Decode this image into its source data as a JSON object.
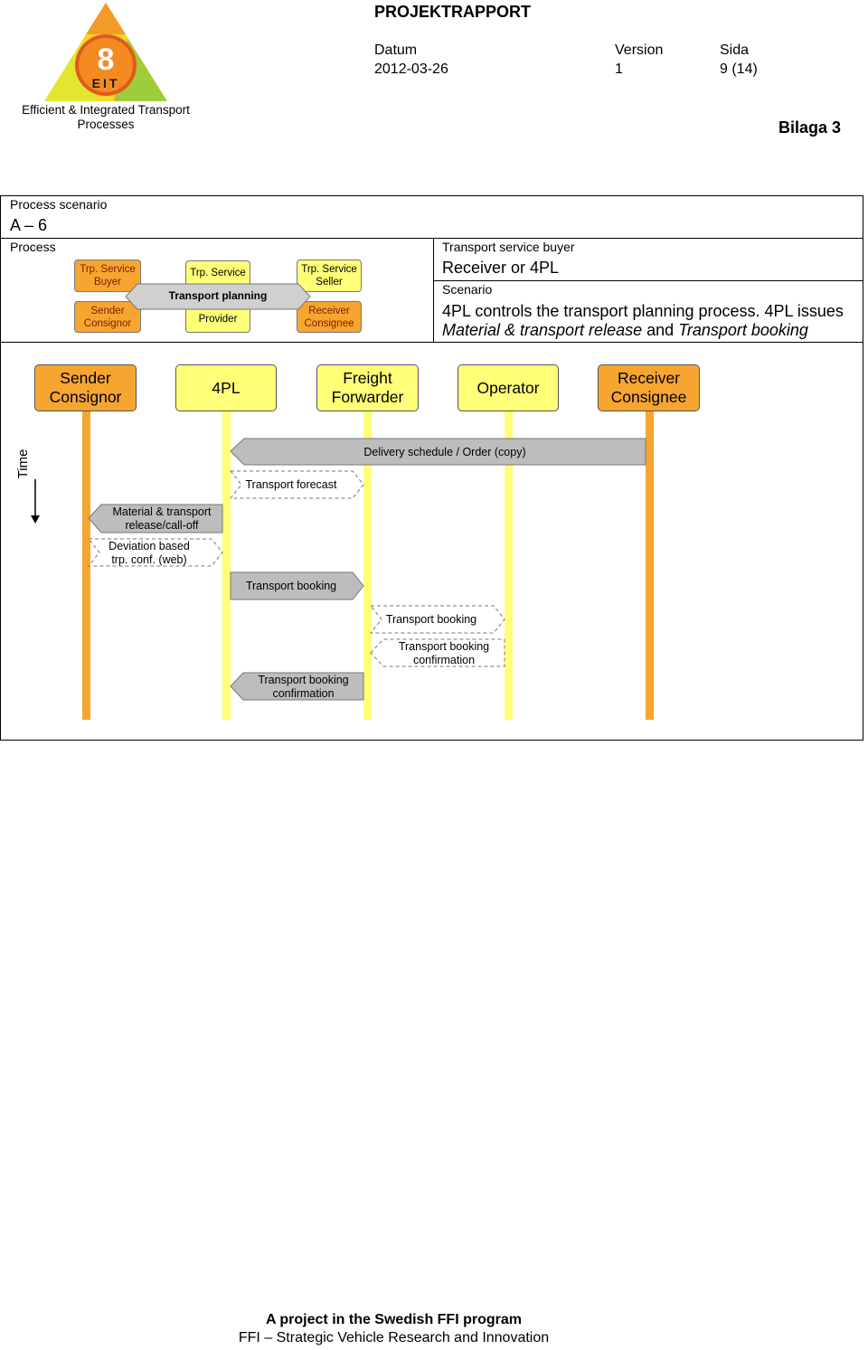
{
  "header": {
    "logo_number": "8",
    "logo_letters": "EIT",
    "logo_caption_line1": "Efficient & Integrated Transport",
    "logo_caption_line2": "Processes",
    "report_title": "PROJEKTRAPPORT",
    "date_label": "Datum",
    "date_value": "2012-03-26",
    "version_label": "Version",
    "version_value": "1",
    "page_label": "Sida",
    "page_value": "9 (14)",
    "appendix": "Bilaga 3"
  },
  "scenario_table": {
    "scenario_label": "Process scenario",
    "scenario_id": "A – 6",
    "process_label": "Process",
    "buyer_label": "Transport service buyer",
    "buyer_value": "Receiver or 4PL",
    "scenario_text_label": "Scenario",
    "scenario_line1": "4PL controls the transport planning process. 4PL issues",
    "scenario_line2_italic1": "Material & transport release",
    "scenario_line2_mid": "and",
    "scenario_line2_italic2": "Transport booking"
  },
  "process_diagram": {
    "buyer_box": "Trp. Service Buyer",
    "sender_box": "Sender Consignor",
    "provider_top": "Trp. Service",
    "provider_bottom": "Provider",
    "seller_box": "Trp. Service Seller",
    "receiver_box": "Receiver Consignee",
    "arrow_label": "Transport planning"
  },
  "sequence": {
    "time_label": "Time",
    "actors": [
      {
        "label_line1": "Sender",
        "label_line2": "Consignor"
      },
      {
        "label_line1": "4PL",
        "label_line2": ""
      },
      {
        "label_line1": "Freight",
        "label_line2": "Forwarder"
      },
      {
        "label_line1": "Operator",
        "label_line2": ""
      },
      {
        "label_line1": "Receiver",
        "label_line2": "Consignee"
      }
    ],
    "messages": [
      {
        "line1": "Delivery schedule / Order (copy)",
        "line2": ""
      },
      {
        "line1": "Transport forecast",
        "line2": ""
      },
      {
        "line1": "Material & transport",
        "line2": "release/call-off"
      },
      {
        "line1": "Deviation based",
        "line2": "trp. conf. (web)"
      },
      {
        "line1": "Transport booking",
        "line2": ""
      },
      {
        "line1": "Transport booking",
        "line2": ""
      },
      {
        "line1": "Transport booking",
        "line2": "confirmation"
      },
      {
        "line1": "Transport booking",
        "line2": "confirmation"
      }
    ]
  },
  "footer": {
    "line1": "A project in the Swedish FFI program",
    "line2": "FFI – Strategic Vehicle Research and Innovation"
  },
  "colors": {
    "orange": "#f7a531",
    "yellow": "#ffff78",
    "arrow_gray": "#bdbdbd"
  }
}
